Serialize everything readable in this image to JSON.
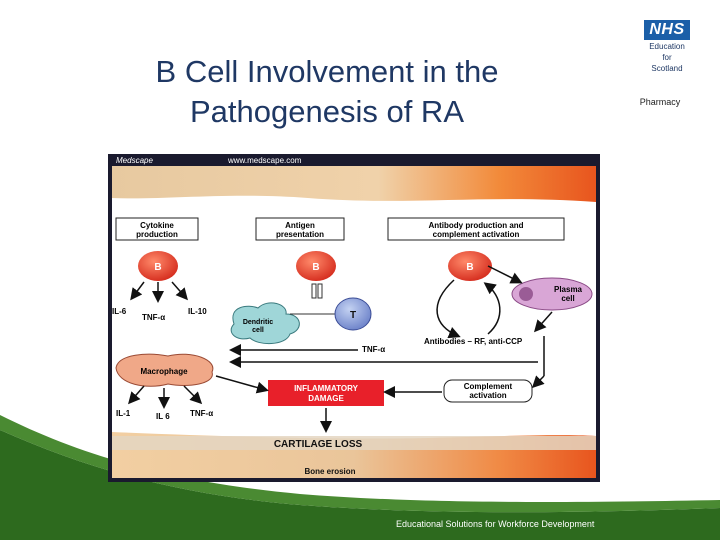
{
  "slide": {
    "title_line1": "B Cell Involvement in the",
    "title_line2": "Pathogenesis of RA",
    "logo": {
      "brand": "NHS",
      "line1": "Education",
      "line2": "for",
      "line3": "Scotland"
    },
    "dept": "Pharmacy",
    "footer": "Educational Solutions for Workforce Development"
  },
  "figure": {
    "source_left": "Medscape",
    "source_url": "www.medscape.com",
    "box_cytokine_1": "Cytokine",
    "box_cytokine_2": "production",
    "box_antigen_1": "Antigen",
    "box_antigen_2": "presentation",
    "box_antibody_1": "Antibody production and",
    "box_antibody_2": "complement activation",
    "b_cell": "B",
    "t_cell": "T",
    "il6": "IL-6",
    "tnf_a": "TNF-α",
    "il10": "IL-10",
    "dendritic_1": "Dendritic",
    "dendritic_2": "cell",
    "plasma_1": "Plasma",
    "plasma_2": "cell",
    "tnf_a_mid": "TNF-α",
    "antibodies": "Antibodies – RF, anti-CCP",
    "macrophage": "Macrophage",
    "inflammatory_1": "INFLAMMATORY",
    "inflammatory_2": "DAMAGE",
    "complement_1": "Complement",
    "complement_2": "activation",
    "il1": "IL-1",
    "il6_b": "IL 6",
    "tnf_a_b": "TNF-α",
    "cartilage": "CARTILAGE LOSS",
    "bone": "Bone erosion"
  },
  "colors": {
    "title": "#1f3864",
    "green": "#2d6a1e",
    "inflammatory_red": "#e8202a",
    "b_cell_red": "#e8372a",
    "frame": "#1a1a2e"
  }
}
